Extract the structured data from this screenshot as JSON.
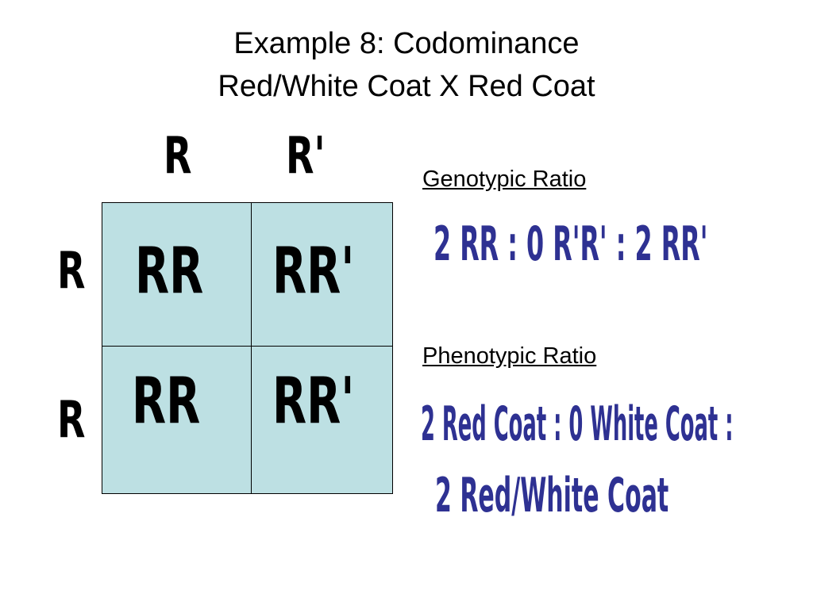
{
  "slide": {
    "title_line1": "Example 8:  Codominance",
    "title_line2": "Red/White Coat X Red Coat"
  },
  "punnett": {
    "column_alleles": [
      "R",
      "R'"
    ],
    "row_alleles": [
      "R",
      "R"
    ],
    "cells": [
      [
        "RR",
        "RR'"
      ],
      [
        "RR",
        "RR'"
      ]
    ],
    "fill_color": "#bde0e3"
  },
  "genotypic": {
    "label": "Genotypic Ratio",
    "ratio": "2 RR :  0 R'R' :   2 RR'"
  },
  "phenotypic": {
    "label": "Phenotypic Ratio",
    "ratio_line1": "2 Red Coat :   0 White Coat :",
    "ratio_line2": "2 Red/White Coat"
  },
  "colors": {
    "ratio_text": "#2e3192"
  }
}
